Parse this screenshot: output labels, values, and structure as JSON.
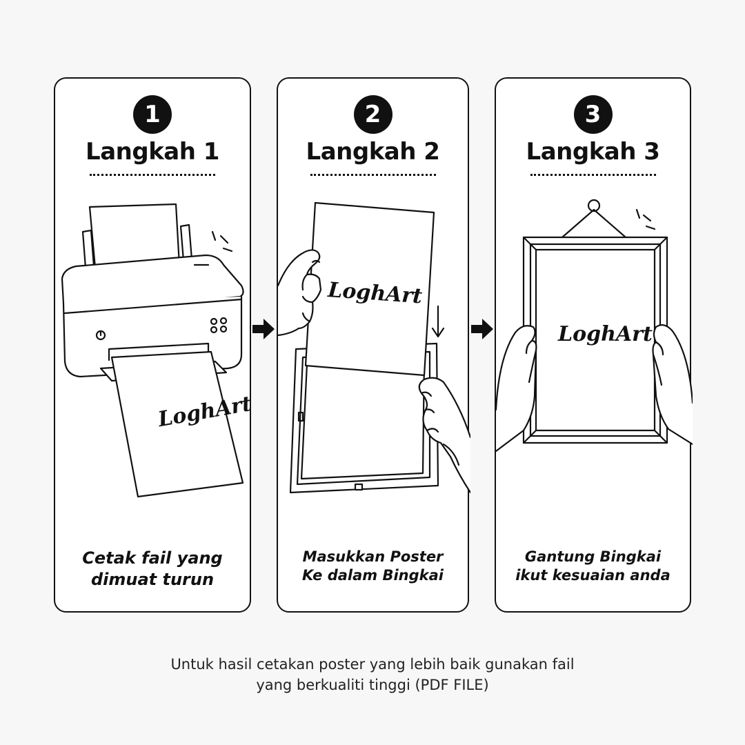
{
  "steps": [
    {
      "number": "1",
      "title": "Langkah 1",
      "caption": [
        "Cetak fail yang",
        "dimuat turun"
      ],
      "brand": "LoghArt",
      "illustration": "printer-icon"
    },
    {
      "number": "2",
      "title": "Langkah 2",
      "caption": [
        "Masukkan Poster",
        "Ke dalam Bingkai"
      ],
      "brand": "LoghArt",
      "illustration": "frame-insert-icon"
    },
    {
      "number": "3",
      "title": "Langkah 3",
      "caption": [
        "Gantung Bingkai",
        "ikut kesuaian anda"
      ],
      "brand": "LoghArt",
      "illustration": "hanging-frame-icon"
    }
  ],
  "arrows": [
    "arrow-right-icon",
    "arrow-right-icon"
  ],
  "footer": {
    "line1": "Untuk hasil cetakan poster yang lebih baik gunakan fail",
    "line2": "yang berkualiti tinggi  (PDF FILE)"
  },
  "colors": {
    "ink": "#111111",
    "background": "#f7f7f7",
    "card": "#ffffff"
  }
}
